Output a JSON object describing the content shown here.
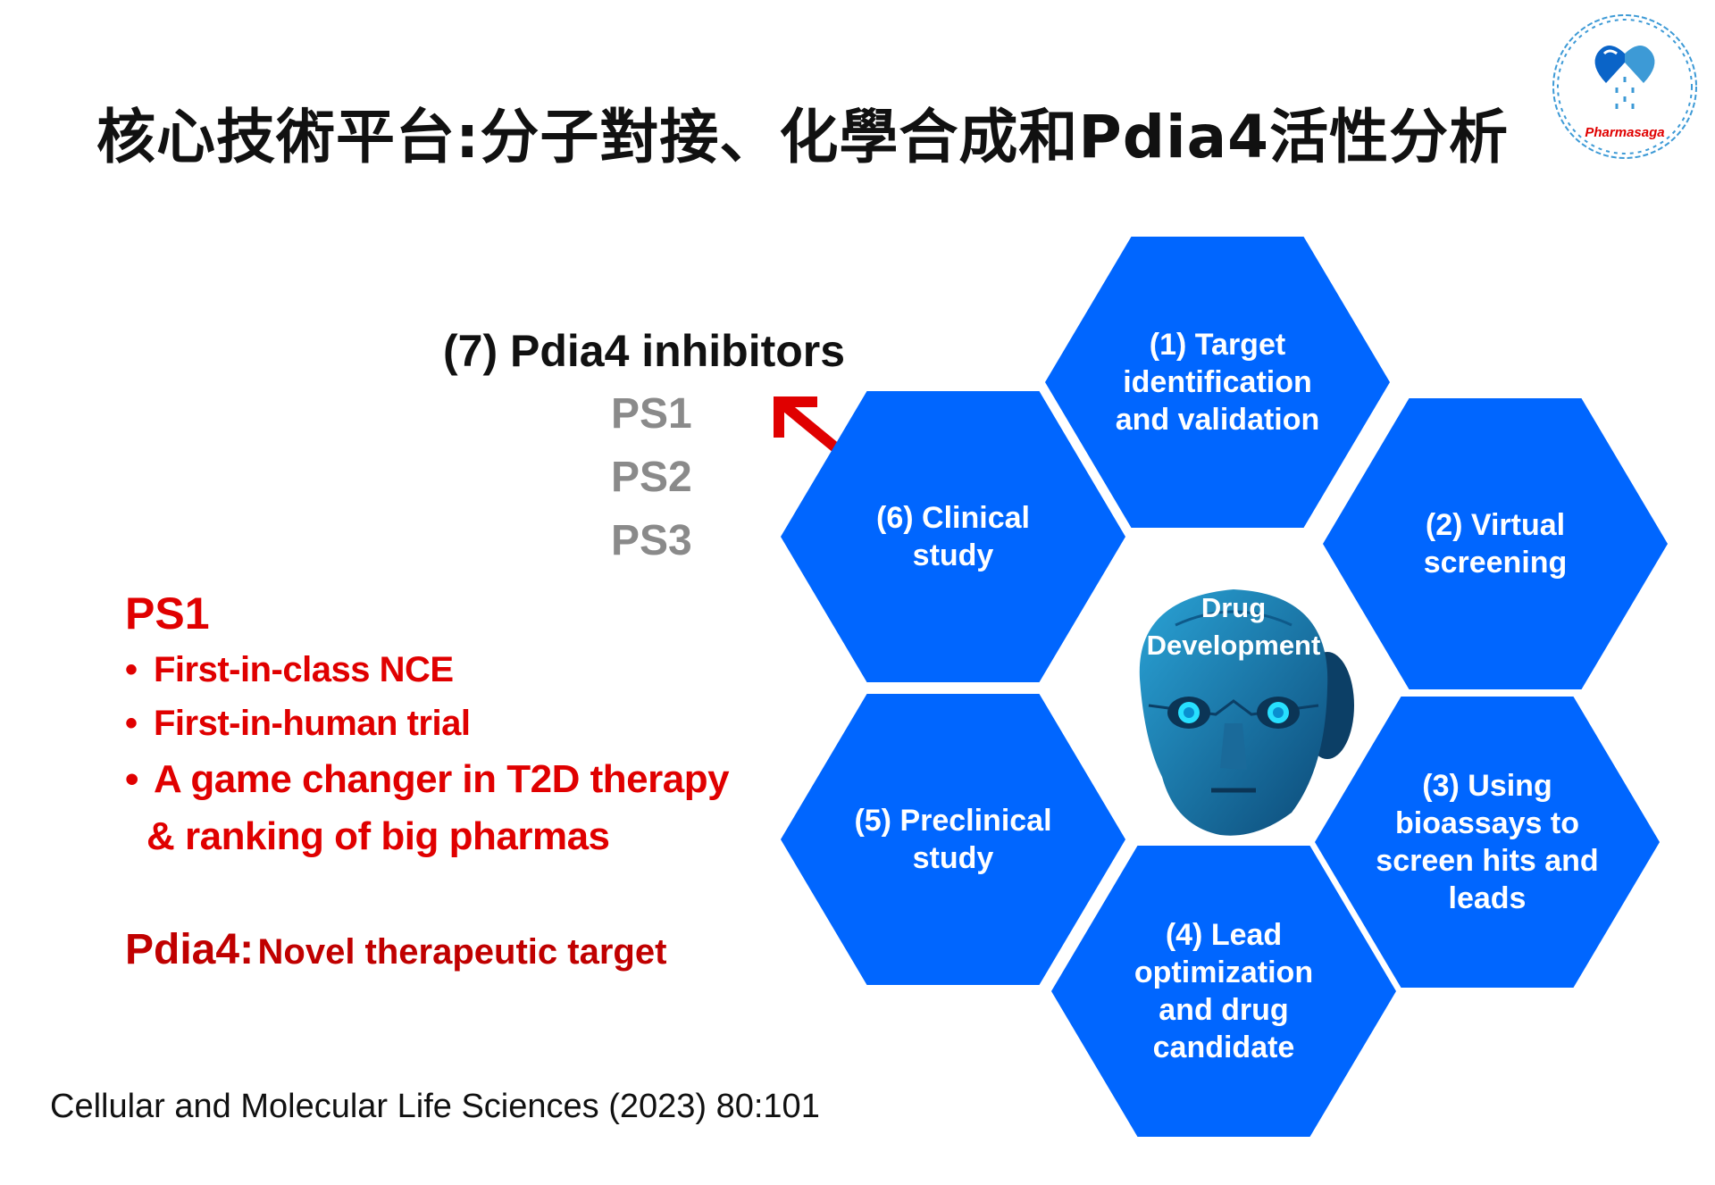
{
  "title": "核心技術平台:分子對接、化學合成和Pdia4活性分析",
  "logo": {
    "brand": "Pharmasaga",
    "primary_color": "#0a64c8",
    "secondary_color": "#3d9ad6",
    "text_color": "#e00000"
  },
  "inhibitors": {
    "heading": "(7) Pdia4 inhibitors",
    "compounds": [
      "PS1",
      "PS2",
      "PS3"
    ]
  },
  "ps1": {
    "heading": "PS1",
    "bullets": [
      "First-in-class NCE",
      "First-in-human trial",
      "A game changer in T2D therapy",
      "& ranking of big pharmas"
    ]
  },
  "target": {
    "key": "Pdia4:",
    "value": "Novel therapeutic target"
  },
  "citation": "Cellular and Molecular Life Sciences (2023) 80:101",
  "center_label": "Drug\nDevelopment",
  "steps": [
    "(1) Target\nidentification\nand validation",
    "(2) Virtual\nscreening",
    "(3) Using\nbioassays to\nscreen hits and\nleads",
    "(4) Lead\noptimization\nand drug\ncandidate",
    "(5) Preclinical\nstudy",
    "(6) Clinical\nstudy"
  ],
  "colors": {
    "hex": "#0066ff",
    "red": "#e00000",
    "dark_red": "#c00000",
    "grey": "#8a8a8a"
  }
}
